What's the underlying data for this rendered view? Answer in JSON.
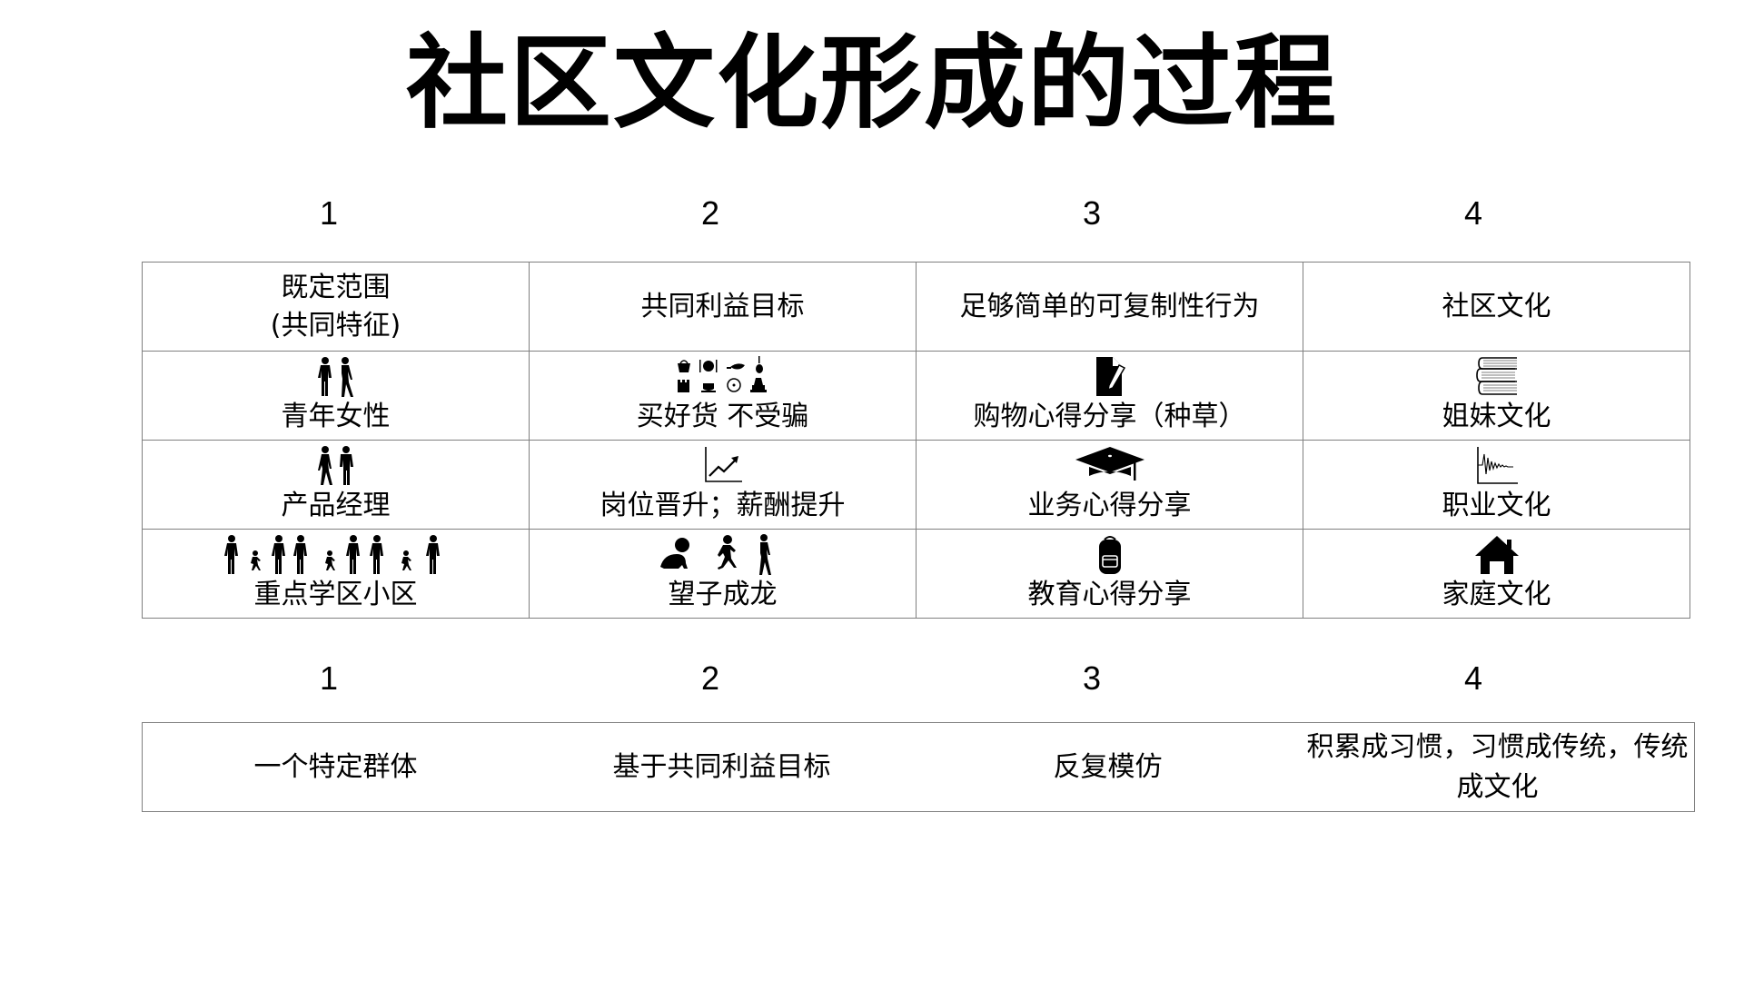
{
  "title": "社区文化形成的过程",
  "step_numbers": [
    "1",
    "2",
    "3",
    "4"
  ],
  "main_table": {
    "header": [
      {
        "line1": "既定范围",
        "line2": "(共同特征)"
      },
      {
        "text": "共同利益目标"
      },
      {
        "text": "足够简单的可复制性行为"
      },
      {
        "text": "社区文化"
      }
    ],
    "rows": [
      {
        "cells": [
          {
            "icon": "two-women-icon",
            "label": "青年女性"
          },
          {
            "icon": "shopping-leisure-icons",
            "label": "买好货 不受骗"
          },
          {
            "icon": "document-edit-icon",
            "label": "购物心得分享（种草）"
          },
          {
            "icon": "books-stack-icon",
            "label": "姐妹文化"
          }
        ]
      },
      {
        "cells": [
          {
            "icon": "two-men-icon",
            "label": "产品经理"
          },
          {
            "icon": "trend-chart-icon",
            "label": "岗位晋升；薪酬提升"
          },
          {
            "icon": "graduation-cap-icon",
            "label": "业务心得分享"
          },
          {
            "icon": "waveform-chart-icon",
            "label": "职业文化"
          }
        ]
      },
      {
        "cells": [
          {
            "icon": "families-icon",
            "label": "重点学区小区"
          },
          {
            "icon": "child-growth-icon",
            "label": "望子成龙"
          },
          {
            "icon": "backpack-icon",
            "label": "教育心得分享"
          },
          {
            "icon": "house-icon",
            "label": "家庭文化"
          }
        ]
      }
    ]
  },
  "summary_table": {
    "cells": [
      "一个特定群体",
      "基于共同利益目标",
      "反复模仿",
      "积累成习惯，习惯成传统，传统成文化"
    ]
  }
}
